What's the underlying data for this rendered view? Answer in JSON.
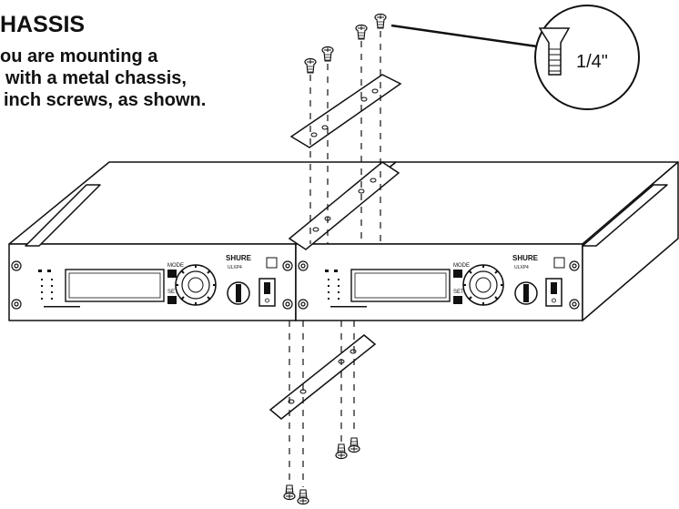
{
  "heading": {
    "title": "HASSIS",
    "line1": "ou are mounting a",
    "line2": "with a metal chassis,",
    "line3": "inch screws, as shown."
  },
  "callout": {
    "size_label": "1/4\""
  },
  "device": {
    "mode_label": "MODE",
    "set_label": "SET",
    "brand_label": "SHURE",
    "model_label": "ULXP4"
  },
  "colors": {
    "ink": "#111111",
    "background": "#ffffff"
  }
}
